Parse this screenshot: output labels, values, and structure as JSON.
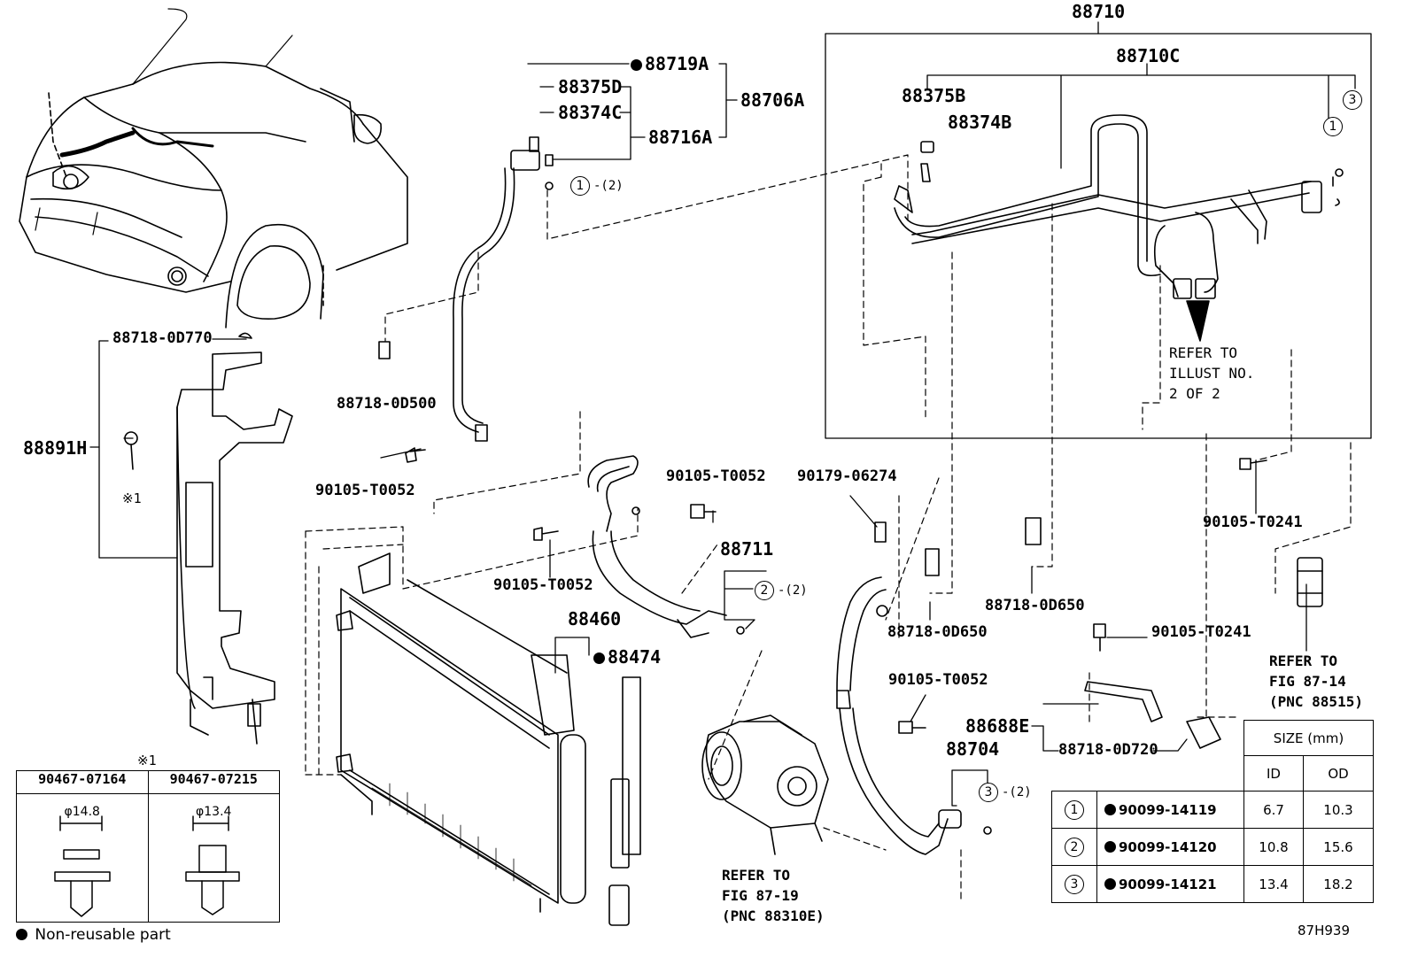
{
  "labels": {
    "p88710": "88710",
    "p88710C": "88710C",
    "p88719A": "88719A",
    "p88375D": "88375D",
    "p88374C": "88374C",
    "p88716A": "88716A",
    "p88706A": "88706A",
    "p88375B": "88375B",
    "p88374B": "88374B",
    "q2_1": "-(2)",
    "p88718_0D770": "88718-0D770",
    "p88891H": "88891H",
    "p88718_0D500": "88718-0D500",
    "p90105_T0052_a": "90105-T0052",
    "p90105_T0052_b": "90105-T0052",
    "p90105_T0052_c": "90105-T0052",
    "p90105_T0052_d": "90105-T0052",
    "p90179_06274": "90179-06274",
    "p90105_T0241_a": "90105-T0241",
    "p90105_T0241_b": "90105-T0241",
    "p88711": "88711",
    "q2_2": "-(2)",
    "p88460": "88460",
    "p88474": "88474",
    "p88718_0D650_a": "88718-0D650",
    "p88718_0D650_b": "88718-0D650",
    "p88688E": "88688E",
    "p88718_0D720": "88718-0D720",
    "p88704": "88704",
    "q2_3": "-(2)",
    "asterisk": "※1",
    "asterisk_head": "※1"
  },
  "notes": {
    "refer_illust": "REFER TO\nILLUST NO.\n2 OF 2",
    "refer_8714": "REFER TO\nFIG 87-14\n(PNC 88515)",
    "refer_8719": "REFER TO\nFIG 87-19\n(PNC 88310E)"
  },
  "circles": {
    "c1": "1",
    "c2": "2",
    "c3": "3"
  },
  "clip_table": {
    "headers": [
      "90467-07164",
      "90467-07215"
    ],
    "dims": [
      "φ14.8",
      "φ13.4"
    ]
  },
  "size_table": {
    "title": "SIZE (mm)",
    "col_id": "ID",
    "col_od": "OD",
    "rows": [
      {
        "no": "1",
        "part": "90099-14119",
        "id": "6.7",
        "od": "10.3"
      },
      {
        "no": "2",
        "part": "90099-14120",
        "id": "10.8",
        "od": "15.6"
      },
      {
        "no": "3",
        "part": "90099-14121",
        "id": "13.4",
        "od": "18.2"
      }
    ]
  },
  "legend": "Non-reusable part",
  "figure_id": "87H939"
}
